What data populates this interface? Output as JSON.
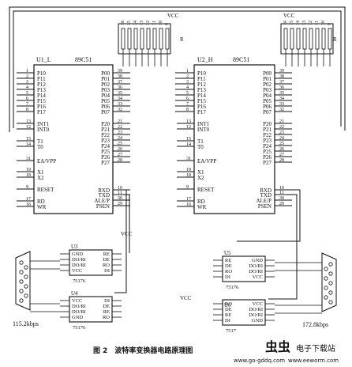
{
  "chips": {
    "u1_label": "U1_L",
    "u2_label": "U2_H",
    "part": "89C51",
    "left_pins": [
      "P10",
      "P11",
      "P12",
      "P13",
      "P14",
      "P15",
      "P16",
      "P17",
      "INT1",
      "INT0",
      "T1",
      "T0",
      "EA/VPP",
      "X1",
      "X2",
      "RESET",
      "RD",
      "WR"
    ],
    "left_nums": [
      "1",
      "2",
      "3",
      "4",
      "5",
      "6",
      "7",
      "8",
      "13",
      "12",
      "15",
      "14",
      "31",
      "19",
      "18",
      "9",
      "17",
      "16"
    ],
    "right_pins": [
      "P00",
      "P01",
      "P02",
      "P03",
      "P04",
      "P05",
      "P06",
      "P07",
      "P20",
      "P21",
      "P22",
      "P23",
      "P24",
      "P25",
      "P26",
      "P27",
      "RXD",
      "TXD",
      "ALE/P",
      "PSEN"
    ],
    "right_nums": [
      "39",
      "38",
      "37",
      "36",
      "35",
      "34",
      "33",
      "32",
      "21",
      "22",
      "23",
      "24",
      "25",
      "26",
      "27",
      "28",
      "10",
      "11",
      "30",
      "29"
    ]
  },
  "resistor": {
    "vcc": "VCC",
    "label": "R",
    "pins_left": [
      "16",
      "15",
      "14",
      "13",
      "12",
      "11",
      "10",
      "9"
    ],
    "pins_right": [
      "16",
      "15",
      "14",
      "13",
      "12",
      "11",
      "10",
      "9"
    ]
  },
  "transceivers": {
    "u3": "U3",
    "u4": "U4",
    "u5": "U5",
    "u6": "U6",
    "part": "75176",
    "part_u6": "7517",
    "pins_a": [
      "GND",
      "DO/RI",
      "DO/RI",
      "VCC"
    ],
    "pins_b": [
      "RE",
      "DE",
      "RO",
      "DI"
    ],
    "vcc": "VCC"
  },
  "rates": {
    "left": "115.2kbps",
    "right": "172.8kbps"
  },
  "caption": "图 2　波特率变换器电路原理图",
  "watermark": {
    "brand": "电子下载站",
    "url": "www.go-gddq.com",
    "url2": "www.eeworm.com"
  }
}
